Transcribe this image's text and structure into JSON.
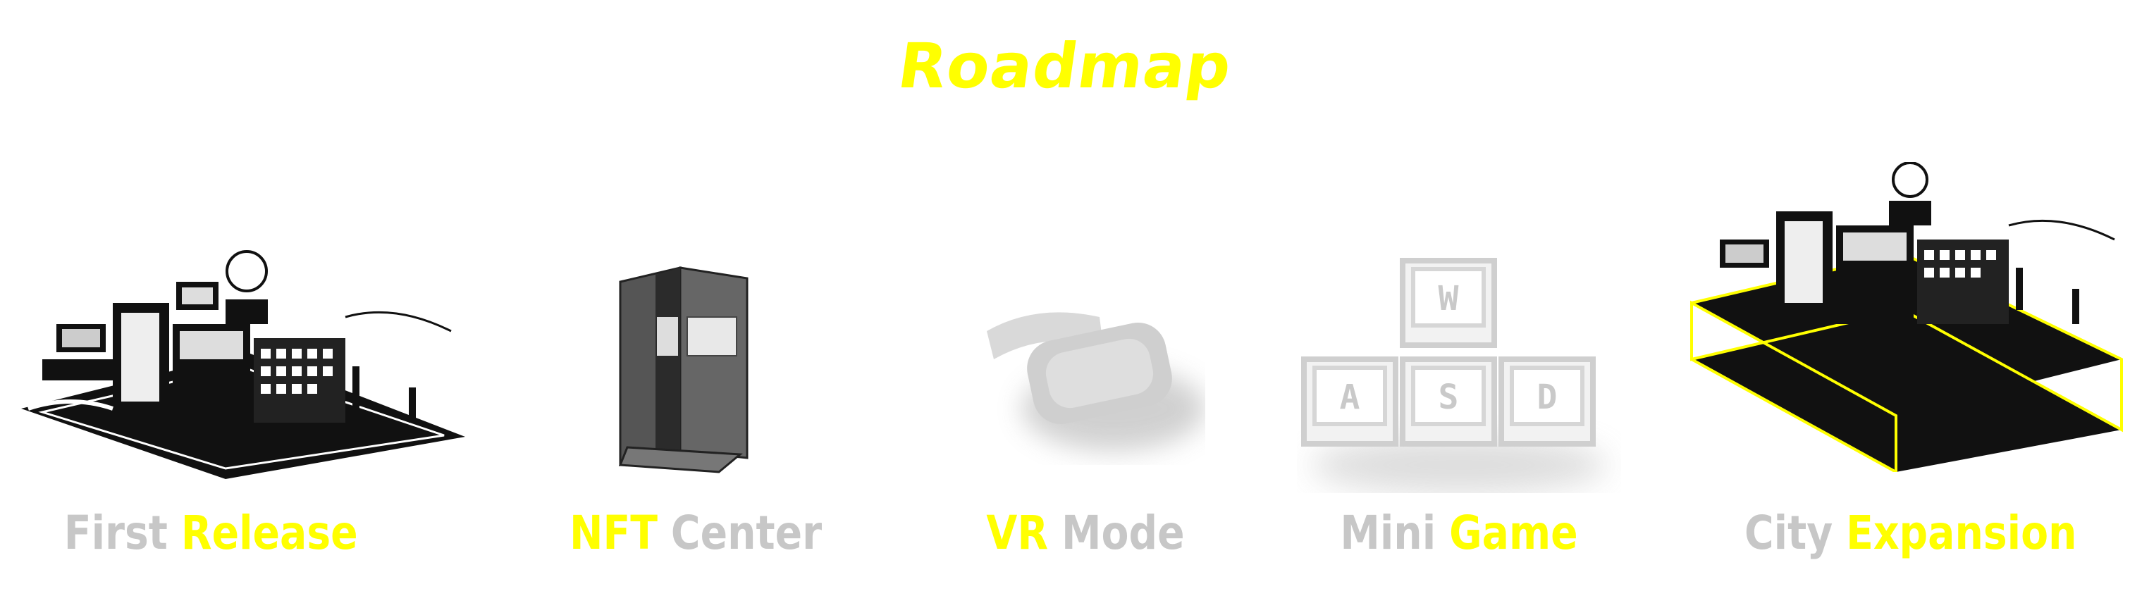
{
  "title": "Roadmap",
  "colors": {
    "accent": "#ffff00",
    "muted": "#c7c7c7",
    "art": "#111111",
    "icon_gray": "#cfcfcf"
  },
  "milestones": [
    {
      "icon": "city-icon",
      "part1": "First",
      "part1_color": "muted",
      "part2": "Release",
      "part2_color": "accent"
    },
    {
      "icon": "folding-screen-icon",
      "part1": "NFT",
      "part1_color": "accent",
      "part2": "Center",
      "part2_color": "muted"
    },
    {
      "icon": "vr-headset-icon",
      "part1": "VR",
      "part1_color": "accent",
      "part2": "Mode",
      "part2_color": "muted"
    },
    {
      "icon": "wasd-keys-icon",
      "part1": "Mini",
      "part1_color": "muted",
      "part2": "Game",
      "part2_color": "accent"
    },
    {
      "icon": "city-expansion-icon",
      "part1": "City",
      "part1_color": "muted",
      "part2": "Expansion",
      "part2_color": "accent"
    }
  ],
  "keys": [
    "W",
    "A",
    "S",
    "D"
  ]
}
